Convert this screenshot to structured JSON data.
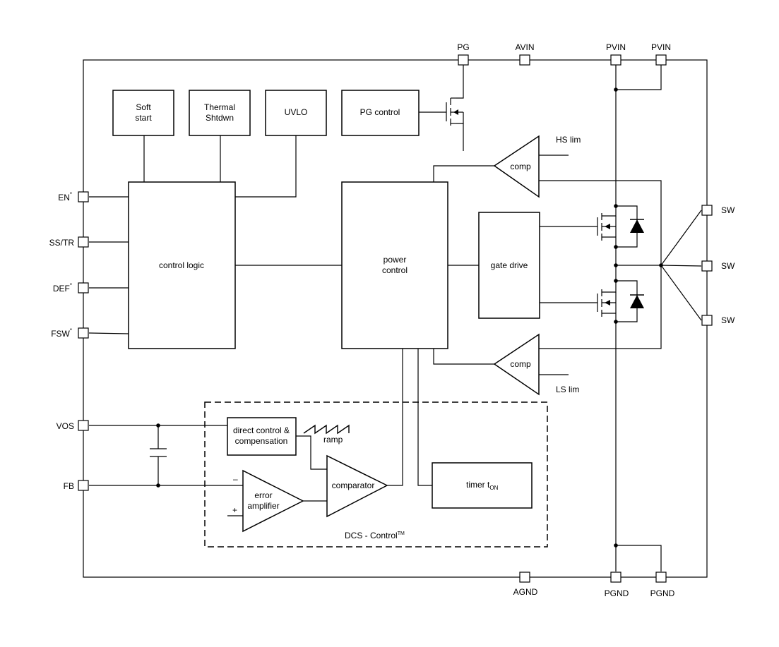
{
  "pins": {
    "pg": "PG",
    "avin": "AVIN",
    "pvin1": "PVIN",
    "pvin2": "PVIN",
    "en": "EN",
    "en_mark": "*",
    "sstr": "SS/TR",
    "def": "DEF",
    "def_mark": "*",
    "fsw": "FSW",
    "fsw_mark": "*",
    "vos": "VOS",
    "fb": "FB",
    "sw1": "SW",
    "sw2": "SW",
    "sw3": "SW",
    "agnd": "AGND",
    "pgnd1": "PGND",
    "pgnd2": "PGND"
  },
  "blocks": {
    "soft_start": [
      "Soft",
      "start"
    ],
    "thermal": [
      "Thermal",
      "Shtdwn"
    ],
    "uvlo": "UVLO",
    "pg_control": "PG control",
    "control_logic": "control logic",
    "power_control": [
      "power",
      "control"
    ],
    "gate_drive": "gate drive",
    "direct_control": [
      "direct control &",
      "compensation"
    ],
    "comparator": "comparator",
    "error_amp": [
      "error",
      "amplifier"
    ],
    "timer": "timer t",
    "timer_sub": "ON",
    "comp_hs": "comp",
    "comp_ls": "comp"
  },
  "labels": {
    "hs_lim": "HS lim",
    "ls_lim": "LS lim",
    "ramp": "ramp",
    "minus": "–",
    "plus": "+",
    "dcs": "DCS - Control",
    "dcs_tm": "TM"
  }
}
